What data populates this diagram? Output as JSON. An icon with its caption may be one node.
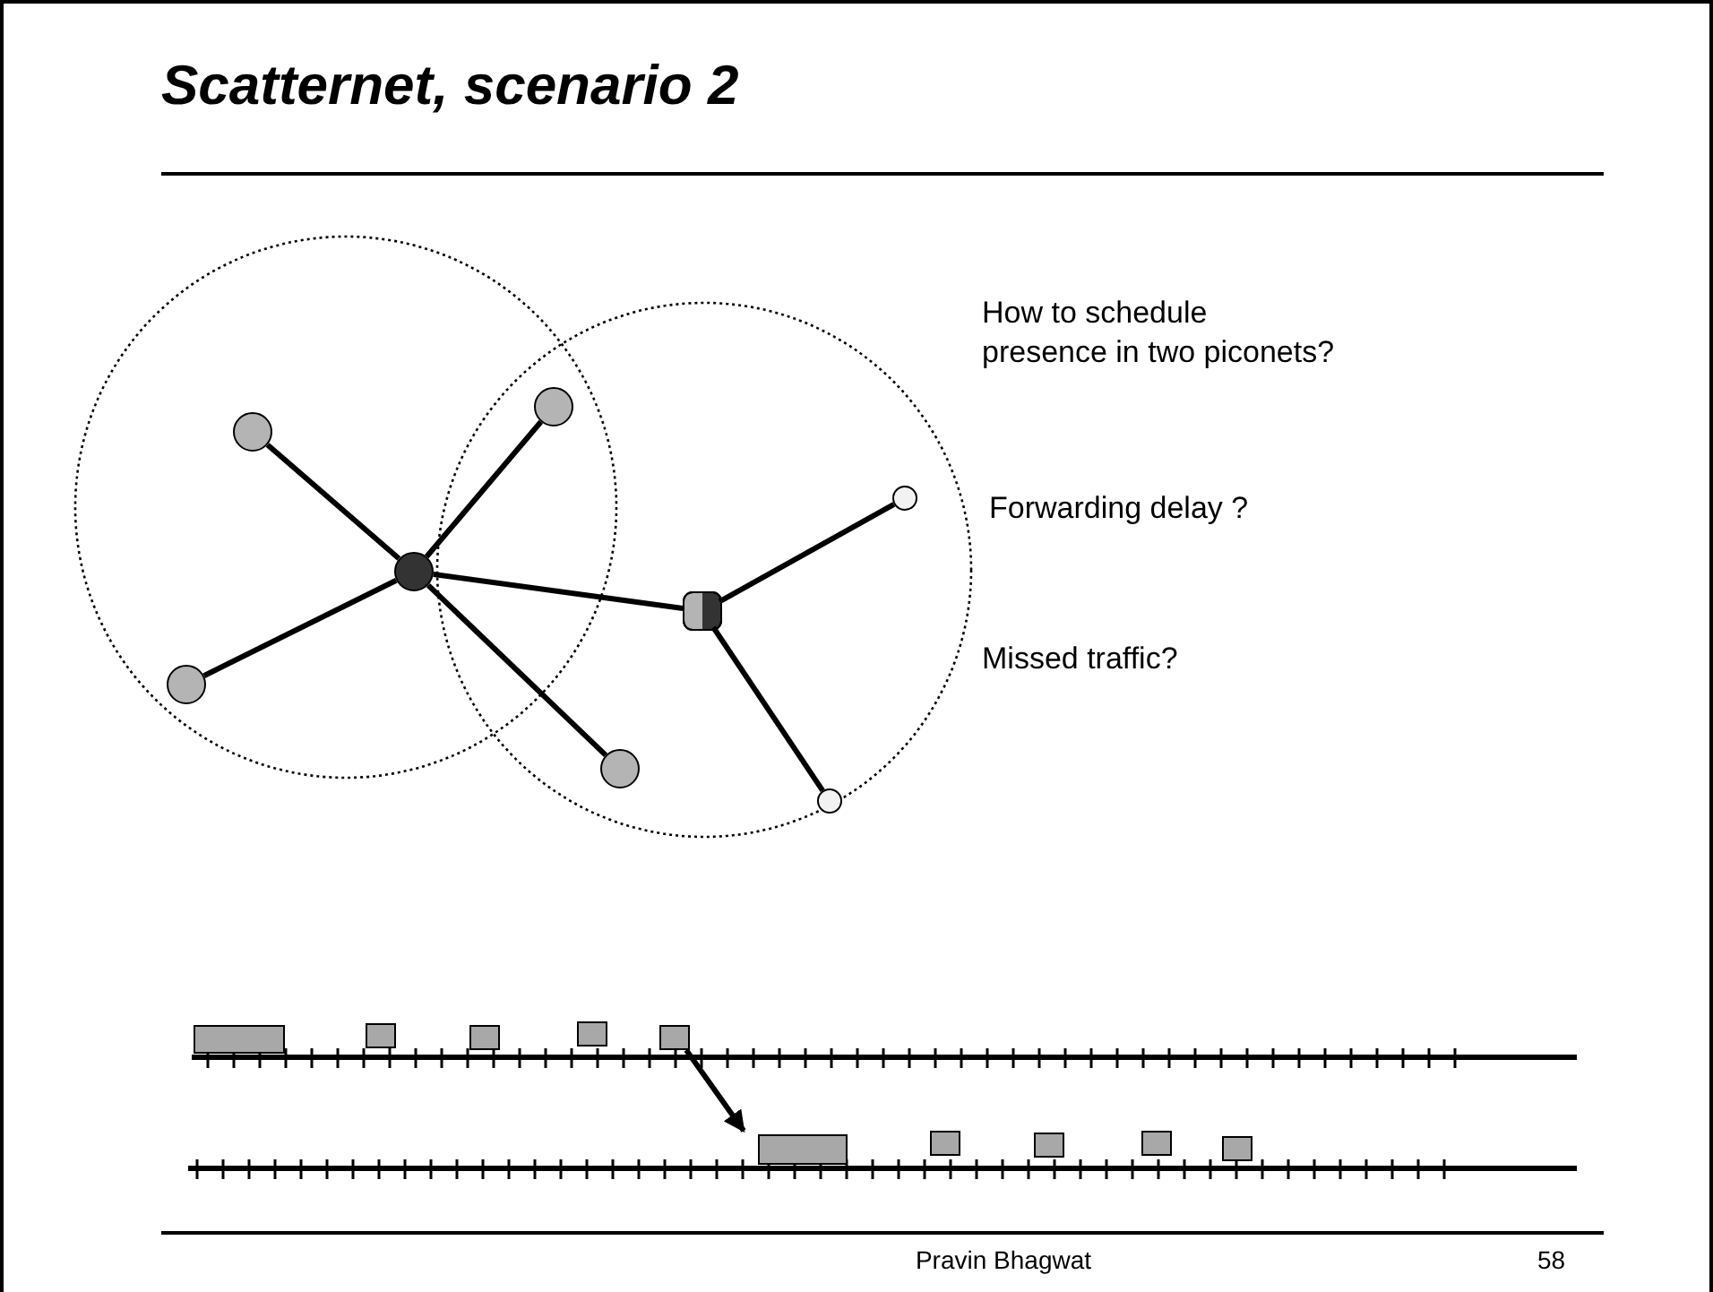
{
  "diagram": {
    "title": "Scatternet, scenario 2",
    "nodes": [
      {
        "text": [],
        "shape": "circle"
      },
      {
        "text": [],
        "shape": "circle"
      },
      {
        "text": [],
        "shape": "circle",
        "in": 0
      },
      {
        "text": [],
        "shape": "circle"
      },
      {
        "text": [],
        "shape": "circle",
        "in": 0
      },
      {
        "text": [],
        "shape": "circle",
        "in": 0
      },
      {
        "text": [],
        "shape": "circle",
        "in": 1
      },
      {
        "text": [],
        "shape": "box",
        "in": 1
      },
      {
        "text": [],
        "shape": "circle",
        "in": 1
      },
      {
        "text": [],
        "shape": "circle",
        "in": 1
      },
      {
        "text": [],
        "shape": "box"
      },
      {
        "text": [],
        "shape": "box"
      },
      {
        "text": [],
        "shape": "box"
      },
      {
        "text": [],
        "shape": "box"
      },
      {
        "text": [],
        "shape": "box"
      },
      {
        "text": [],
        "shape": "box"
      },
      {
        "text": [],
        "shape": "box"
      },
      {
        "text": [],
        "shape": "box"
      },
      {
        "text": [],
        "shape": "box"
      },
      {
        "text": [],
        "shape": "box"
      }
    ],
    "edges": [
      {
        "from": 4,
        "to": 2,
        "arrow": "none"
      },
      {
        "from": 4,
        "to": 3,
        "arrow": "none"
      },
      {
        "from": 4,
        "to": 5,
        "arrow": "none"
      },
      {
        "from": 4,
        "to": 6,
        "arrow": "none"
      },
      {
        "from": 4,
        "to": 7,
        "arrow": "none"
      },
      {
        "from": 7,
        "to": 8,
        "arrow": "none"
      },
      {
        "from": 7,
        "to": 9,
        "arrow": "none"
      },
      {
        "from": 14,
        "to": 15,
        "arrow": "to"
      }
    ],
    "labels": [
      "How to schedule presence in two piconets?",
      "Forwarding delay ?",
      "Missed traffic?",
      "Pravin Bhagwat",
      "58"
    ]
  }
}
